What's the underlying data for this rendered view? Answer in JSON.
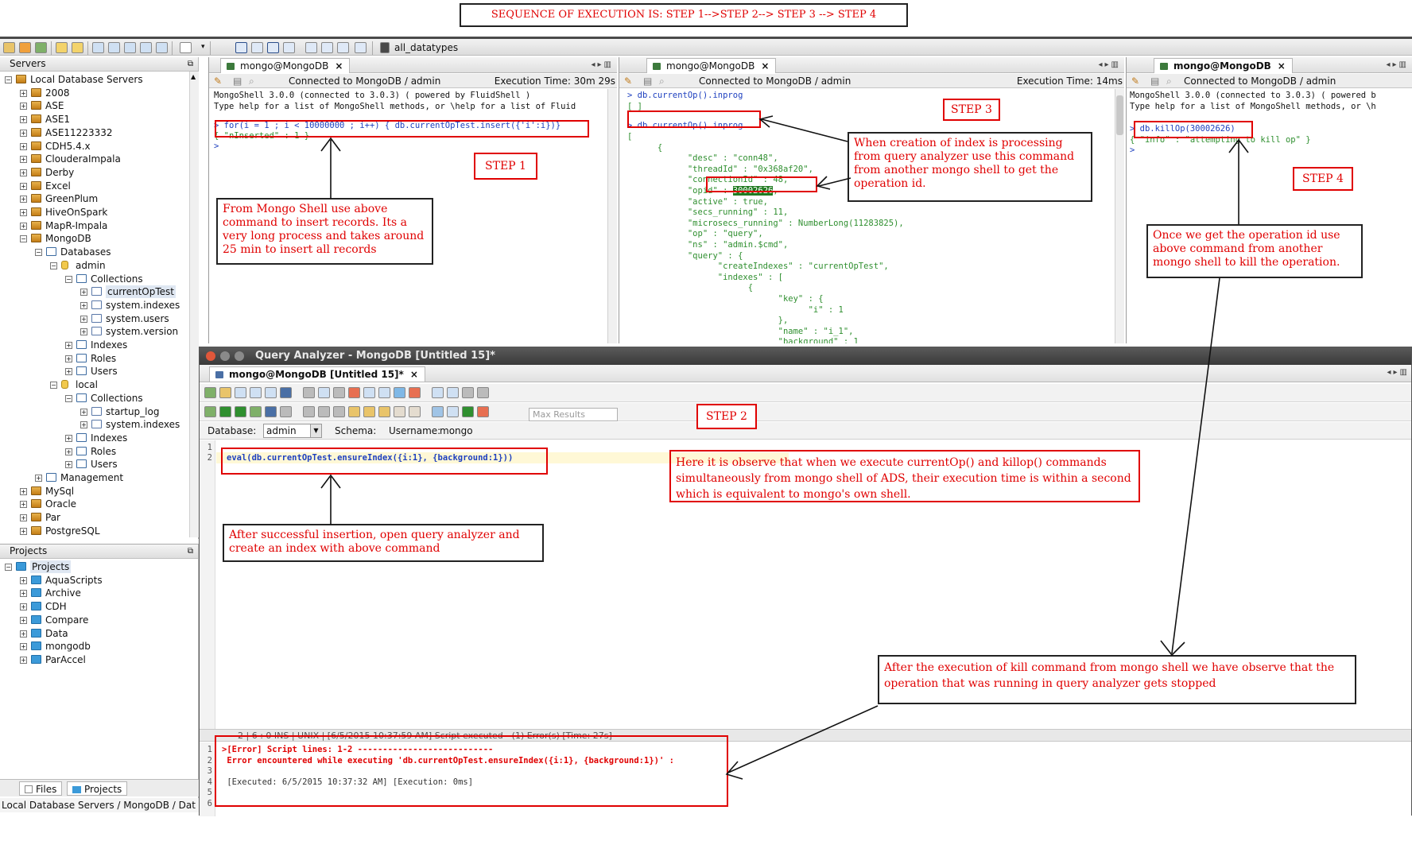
{
  "banner": "SEQUENCE OF EXECUTION IS: STEP 1-->STEP 2--> STEP 3 --> STEP 4",
  "toolbar": {
    "connection_label": "all_datatypes"
  },
  "servers": {
    "header": "Servers",
    "root": "Local Database Servers",
    "items": [
      "2008",
      "ASE",
      "ASE1",
      "ASE11223332",
      "CDH5.4.x",
      "ClouderaImpala",
      "Derby",
      "Excel",
      "GreenPlum",
      "HiveOnSpark",
      "MapR-Impala",
      "MongoDB"
    ],
    "mongo_children": {
      "databases": "Databases",
      "admin": "admin",
      "collections": "Collections",
      "admin_collections": [
        "currentOpTest",
        "system.indexes",
        "system.users",
        "system.version"
      ],
      "indexes": "Indexes",
      "roles": "Roles",
      "users": "Users",
      "local": "local",
      "local_collections": [
        "startup_log",
        "system.indexes"
      ],
      "management": "Management"
    },
    "after_items": [
      "MySql",
      "Oracle",
      "Par",
      "PostgreSQL"
    ]
  },
  "projects": {
    "header": "Projects",
    "root": "Projects",
    "items": [
      "AquaScripts",
      "Archive",
      "CDH",
      "Compare",
      "Data",
      "mongodb",
      "ParAccel"
    ]
  },
  "bottom_tabs": {
    "files": "Files",
    "projects": "Projects"
  },
  "status_left": "Local Database Servers / MongoDB / Dat",
  "shell1": {
    "tab": "mongo@MongoDB",
    "connected": "Connected to MongoDB / admin",
    "exec_time": "Execution Time: 30m 29s",
    "lines": [
      "MongoShell 3.0.0 (connected to 3.0.3) ( powered by FluidShell )",
      "Type help for a list of MongoShell methods, or \\help for a list of Fluid",
      "> for(i = 1 ; i < 10000000 ; i++) { db.currentOpTest.insert({'i':i})}",
      "{ \"nInserted\" : 1 }",
      "> "
    ]
  },
  "shell2": {
    "tab": "mongo@MongoDB",
    "connected": "Connected to MongoDB / admin",
    "exec_time": "Execution Time: 14ms",
    "lines": [
      "> db.currentOp().inprog",
      "[ ]",
      "> db.currentOp().inprog",
      "[",
      "      {",
      "            \"desc\" : \"conn48\",",
      "            \"threadId\" : \"0x368af20\",",
      "            \"connectionId\" : 48,",
      "            \"opid\" : 30002626,",
      "            \"active\" : true,",
      "            \"secs_running\" : 11,",
      "            \"microsecs_running\" : NumberLong(11283825),",
      "            \"op\" : \"query\",",
      "            \"ns\" : \"admin.$cmd\",",
      "            \"query\" : {",
      "                  \"createIndexes\" : \"currentOpTest\",",
      "                  \"indexes\" : [",
      "                        {",
      "                              \"key\" : {",
      "                                    \"i\" : 1",
      "                              },",
      "                              \"name\" : \"i_1\",",
      "                              \"background\" : 1"
    ],
    "opid_value": "30002626"
  },
  "shell3": {
    "tab": "mongo@MongoDB",
    "connected": "Connected to MongoDB / admin",
    "lines": [
      "MongoShell 3.0.0 (connected to 3.0.3) ( powered b",
      "Type help for a list of MongoShell methods, or \\h",
      "> db.killOp(30002626)",
      "{ \"info\" : \"attempting to kill op\" }",
      "> "
    ]
  },
  "query_analyzer": {
    "title": "Query Analyzer - MongoDB [Untitled 15]*",
    "tab": "mongo@MongoDB [Untitled 15]*",
    "database_label": "Database:",
    "database_value": "admin",
    "schema_label": "Schema:",
    "username_label": "Username:",
    "username_value": "mongo",
    "max_results_placeholder": "Max Results",
    "code_line": "eval(db.currentOpTest.ensureIndex({i:1}, {background:1}))",
    "status_bar": "2 | 6 : 0          INS | UNIX | [6/5/2015 10:37:59 AM] Script executed - (1) Error(s) [Time: 27s]",
    "results": [
      ">[Error] Script lines: 1-2 ---------------------------",
      " Error encountered while executing 'db.currentOpTest.ensureIndex({i:1}, {background:1})' :",
      "",
      " [Executed: 6/5/2015 10:37:32 AM] [Execution: 0ms]",
      "",
      ""
    ]
  },
  "annotations": {
    "step1": "STEP 1",
    "step2": "STEP 2",
    "step3": "STEP 3",
    "step4": "STEP 4",
    "note1": "From Mongo Shell use above command to insert records. Its a very long process and takes around 25 min to insert all records",
    "note2": "After successful insertion, open query analyzer and create an index with above command",
    "note3": "When creation of index is processing from query analyzer use this command from another mongo shell to get the operation id.",
    "note4": "Once we get the operation id use above command from another mongo shell to kill the operation.",
    "note5": "Here it is observe that when we execute currentOp() and killop() commands simultaneously from mongo shell of ADS, their execution time is within a second which is equivalent to mongo's own shell.",
    "note6": "After the execution of kill command from mongo shell we have observe that the operation that was running in query analyzer gets stopped"
  }
}
